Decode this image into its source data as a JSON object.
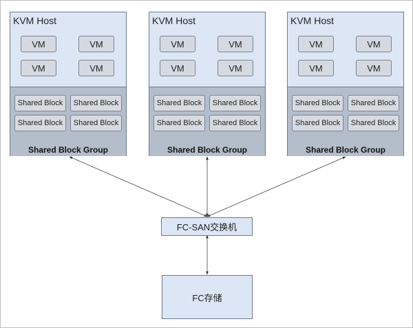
{
  "hosts": [
    {
      "title": "KVM Host",
      "vms": [
        "VM",
        "VM",
        "VM",
        "VM"
      ],
      "blocks": [
        "Shared Block",
        "Shared Block",
        "Shared Block",
        "Shared Block"
      ],
      "group_label": "Shared Block Group"
    },
    {
      "title": "KVM Host",
      "vms": [
        "VM",
        "VM",
        "VM",
        "VM"
      ],
      "blocks": [
        "Shared Block",
        "Shared Block",
        "Shared Block",
        "Shared Block"
      ],
      "group_label": "Shared Block Group"
    },
    {
      "title": "KVM Host",
      "vms": [
        "VM",
        "VM",
        "VM",
        "VM"
      ],
      "blocks": [
        "Shared Block",
        "Shared Block",
        "Shared Block",
        "Shared Block"
      ],
      "group_label": "Shared Block Group"
    }
  ],
  "switch": {
    "label": "FC-SAN交换机"
  },
  "storage": {
    "label": "FC存储"
  }
}
